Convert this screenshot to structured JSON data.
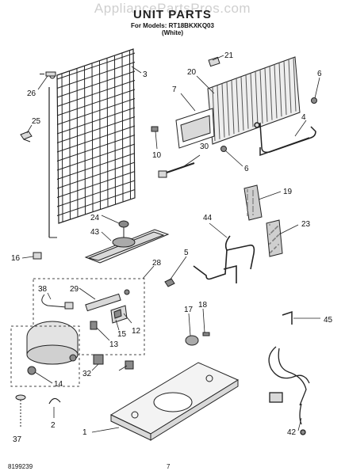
{
  "watermark": "AppliancePartsPros.com",
  "title": "UNIT PARTS",
  "models": "For Models: RT18BKXKQ03",
  "color": "(White)",
  "doc_number": "8199239",
  "page_number": "7",
  "callouts": [
    "26",
    "3",
    "25",
    "10",
    "21",
    "20",
    "6",
    "7",
    "4",
    "30",
    "6",
    "24",
    "43",
    "19",
    "44",
    "23",
    "16",
    "5",
    "28",
    "38",
    "29",
    "17",
    "18",
    "15",
    "12",
    "13",
    "45",
    "32",
    "14",
    "2",
    "1",
    "42",
    "37"
  ],
  "colors": {
    "line": "#222222",
    "part_fill": "#d9d9d9",
    "dark_fill": "#8a8a8a",
    "dashed": "#444444"
  }
}
